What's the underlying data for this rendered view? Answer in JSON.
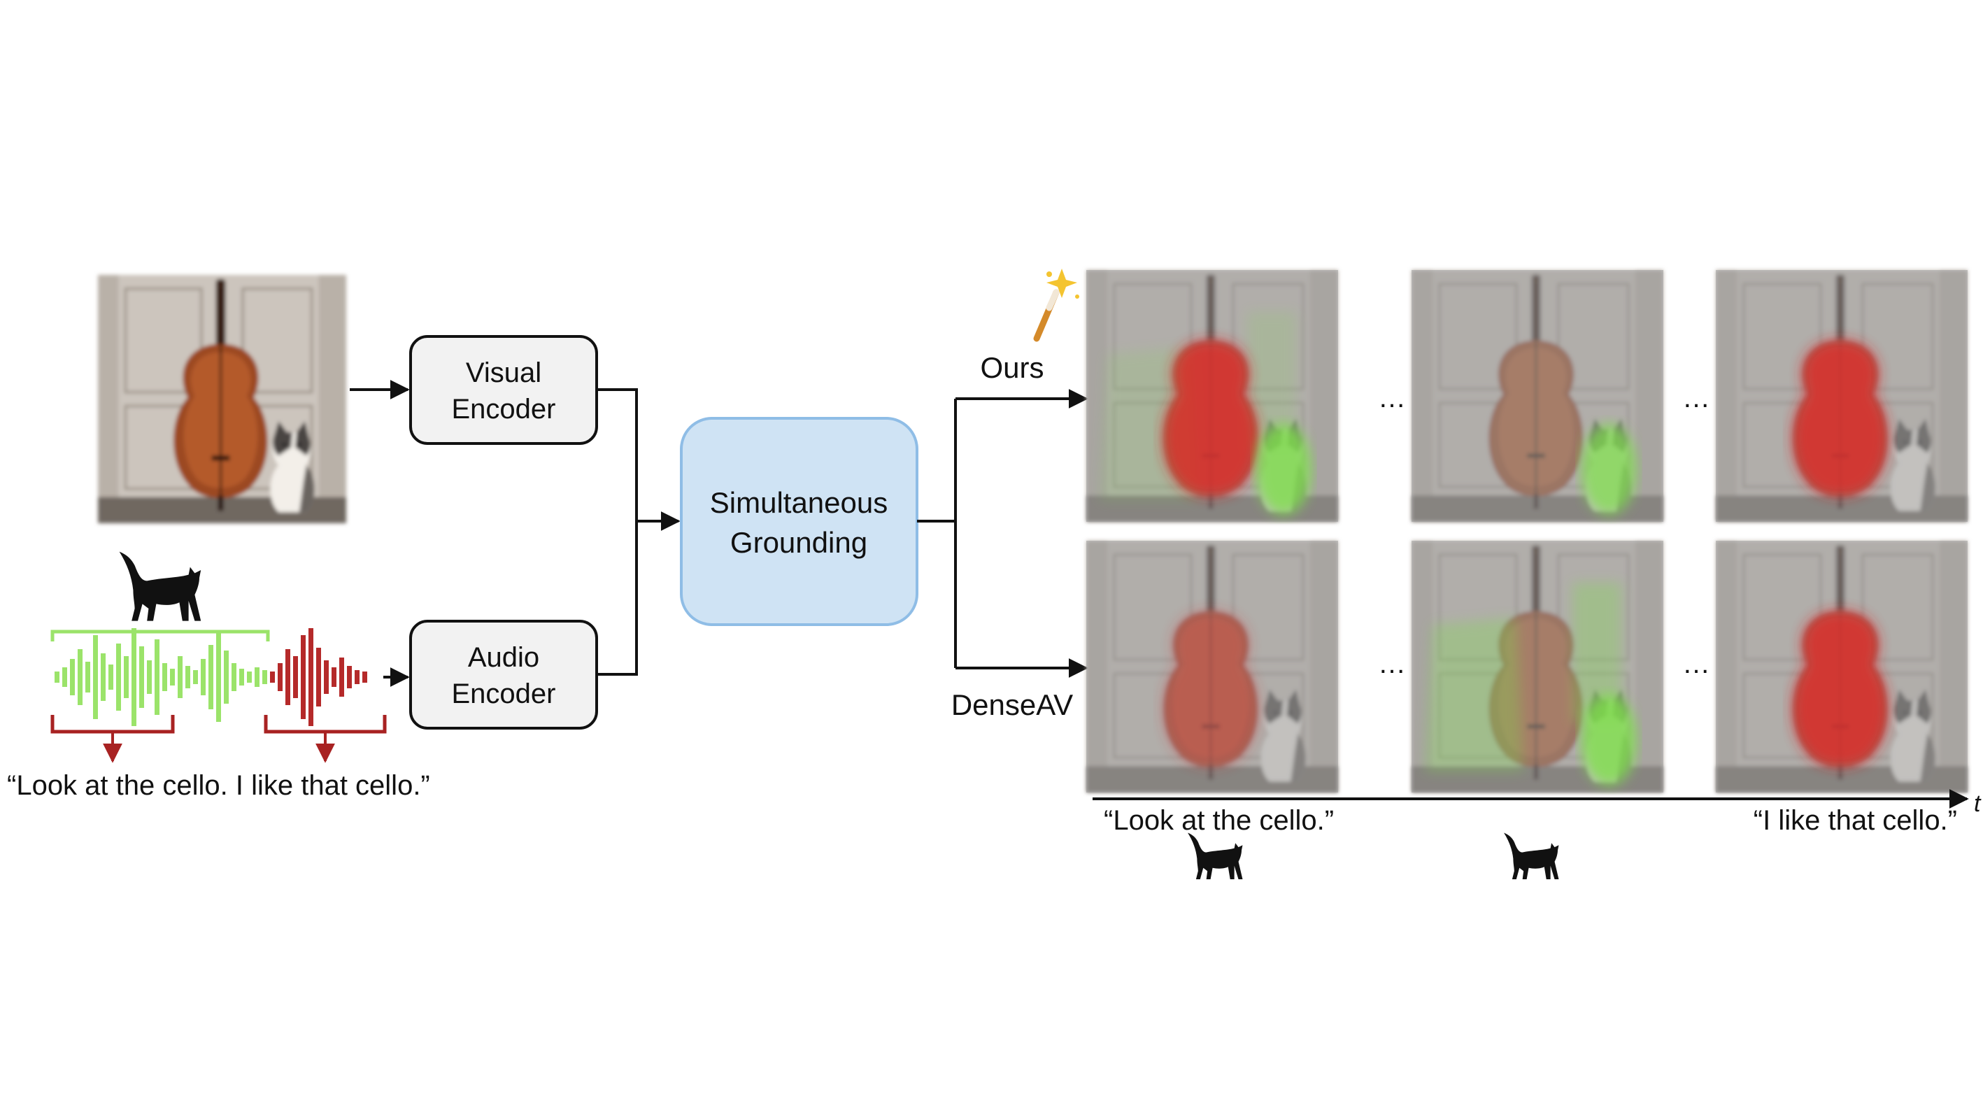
{
  "input": {
    "caption": "“Look at the cello. I like that cello.”"
  },
  "encoders": {
    "visual": [
      "Visual",
      "Encoder"
    ],
    "audio": [
      "Audio",
      "Encoder"
    ]
  },
  "grounding": {
    "label": [
      "Simultaneous",
      "Grounding"
    ]
  },
  "methods": {
    "ours": "Ours",
    "denseav": "DenseAV"
  },
  "timeline": {
    "start_caption": "“Look at the cello.”",
    "end_caption": "“I like that cello.”",
    "axis_label": "t",
    "ellipsis": "…"
  },
  "icons": {
    "cat": "cat-silhouette-icon",
    "wand": "magic-wand-icon"
  },
  "colors": {
    "cat_overlay": "#7ee04a",
    "cello_overlay": "#e02020",
    "waveform_green": "#9be36a",
    "waveform_red": "#b52a2a",
    "grounding_fill": "#cfe3f4",
    "grounding_stroke": "#8fbde6",
    "encoder_fill": "#f2f2f2"
  }
}
